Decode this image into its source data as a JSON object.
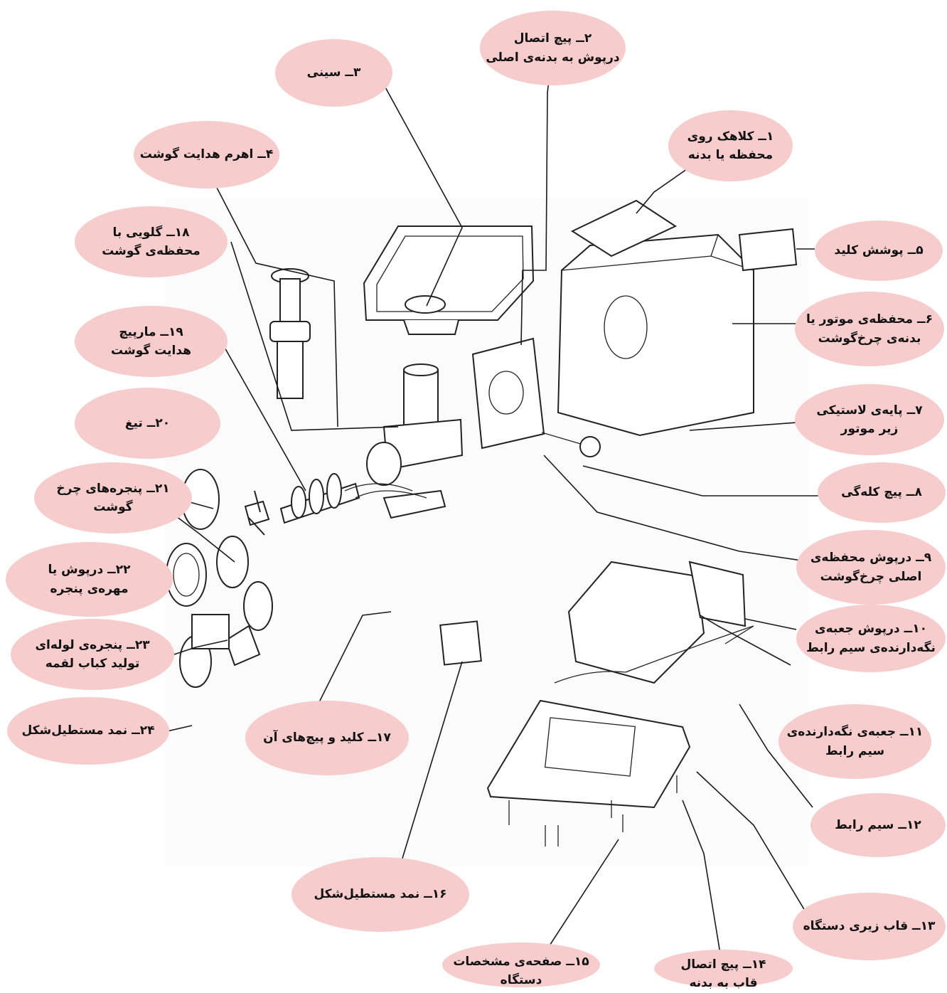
{
  "labels": [
    {
      "id": "1",
      "line1": "۱ــ کلاهک روی",
      "line2": "محفظه یا بدنه"
    },
    {
      "id": "2",
      "line1": "۲ــ پیچ اتصال",
      "line2": "درپوش به بدنه‌ی اصلی"
    },
    {
      "id": "3",
      "line1": "۳ــ سینی",
      "line2": ""
    },
    {
      "id": "4",
      "line1": "۴ــ اهرم هدایت گوشت",
      "line2": ""
    },
    {
      "id": "5",
      "line1": "۵ــ پوشش کلید",
      "line2": ""
    },
    {
      "id": "6",
      "line1": "۶ــ محفظه‌ی موتور یا",
      "line2": "بدنه‌ی چرخ‌گوشت"
    },
    {
      "id": "7",
      "line1": "۷ــ پایه‌ی لاستیکی",
      "line2": "زیر موتور"
    },
    {
      "id": "8",
      "line1": "۸ــ پیچ کله‌گی",
      "line2": ""
    },
    {
      "id": "9",
      "line1": "۹ــ درپوش محفظه‌ی",
      "line2": "اصلی چرخ‌گوشت"
    },
    {
      "id": "10",
      "line1": "۱۰ــ درپوش جعبه‌ی",
      "line2": "نگه‌دارنده‌ی سیم رابط"
    },
    {
      "id": "11",
      "line1": "۱۱ــ جعبه‌ی نگه‌دارنده‌ی",
      "line2": "سیم رابط"
    },
    {
      "id": "12",
      "line1": "۱۲ــ سیم رابط",
      "line2": ""
    },
    {
      "id": "13",
      "line1": "۱۳ــ قاب زیری دستگاه",
      "line2": ""
    },
    {
      "id": "14",
      "line1": "۱۴ــ پیچ اتصال",
      "line2": "قاب به بدنه"
    },
    {
      "id": "15",
      "line1": "۱۵ــ صفحه‌ی مشخصات",
      "line2": "دستگاه"
    },
    {
      "id": "16",
      "line1": "۱۶ــ نمد مستطیل‌شکل",
      "line2": ""
    },
    {
      "id": "17",
      "line1": "۱۷ــ کلید و پیچ‌های آن",
      "line2": ""
    },
    {
      "id": "18",
      "line1": "۱۸ــ گلویی با",
      "line2": "محفظه‌ی گوشت"
    },
    {
      "id": "19",
      "line1": "۱۹ــ مارپیچ",
      "line2": "هدایت گوشت"
    },
    {
      "id": "20",
      "line1": "۲۰ــ تیغ",
      "line2": ""
    },
    {
      "id": "21",
      "line1": "۲۱ــ پنجره‌های چرخ",
      "line2": "گوشت"
    },
    {
      "id": "22",
      "line1": "۲۲ــ درپوش یا",
      "line2": "مهره‌ی پنجره"
    },
    {
      "id": "23",
      "line1": "۲۳ــ پنجره‌ی لوله‌ای",
      "line2": "تولید کباب لقمه"
    },
    {
      "id": "24",
      "line1": "۲۴ــ نمد مستطیل‌شکل",
      "line2": ""
    }
  ],
  "colors": {
    "label_fill": "#f6cccd",
    "line": "#1a1a1a"
  }
}
